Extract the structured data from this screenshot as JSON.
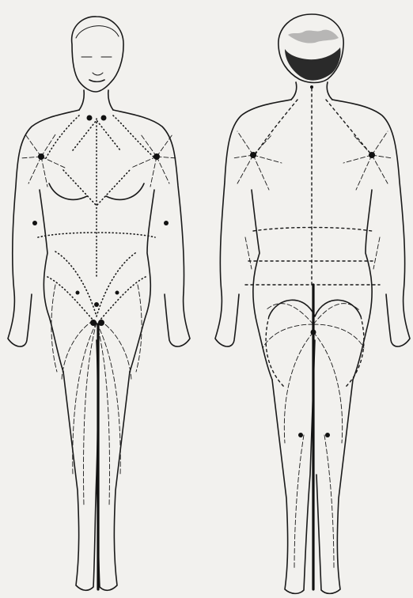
{
  "figures": [
    {
      "id": "front",
      "view": "anterior"
    },
    {
      "id": "back",
      "view": "posterior"
    }
  ],
  "colors": {
    "background": "#f2f1ee",
    "ink": "#1a1a1a"
  }
}
